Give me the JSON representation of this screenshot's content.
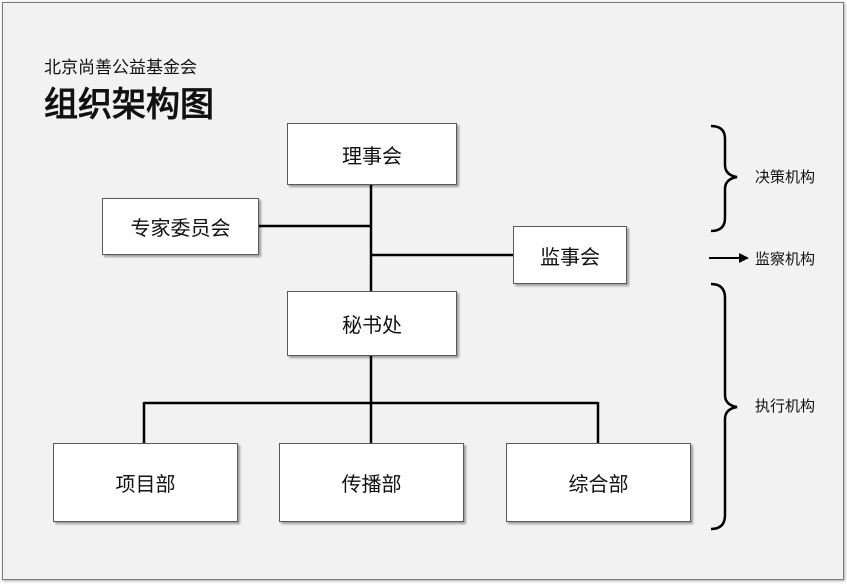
{
  "header": {
    "org_name": "北京尚善公益基金会",
    "title": "组织架构图"
  },
  "nodes": {
    "board": "理事会",
    "expert_committee": "专家委员会",
    "supervisors": "监事会",
    "secretariat": "秘书处",
    "projects_dept": "项目部",
    "communications_dept": "传播部",
    "general_dept": "综合部"
  },
  "legend": {
    "decision": "决策机构",
    "supervision": "监察机构",
    "execution": "执行机构"
  },
  "colors": {
    "background": "#f2f2f2",
    "box_fill": "#ffffff",
    "line": "#000000"
  }
}
